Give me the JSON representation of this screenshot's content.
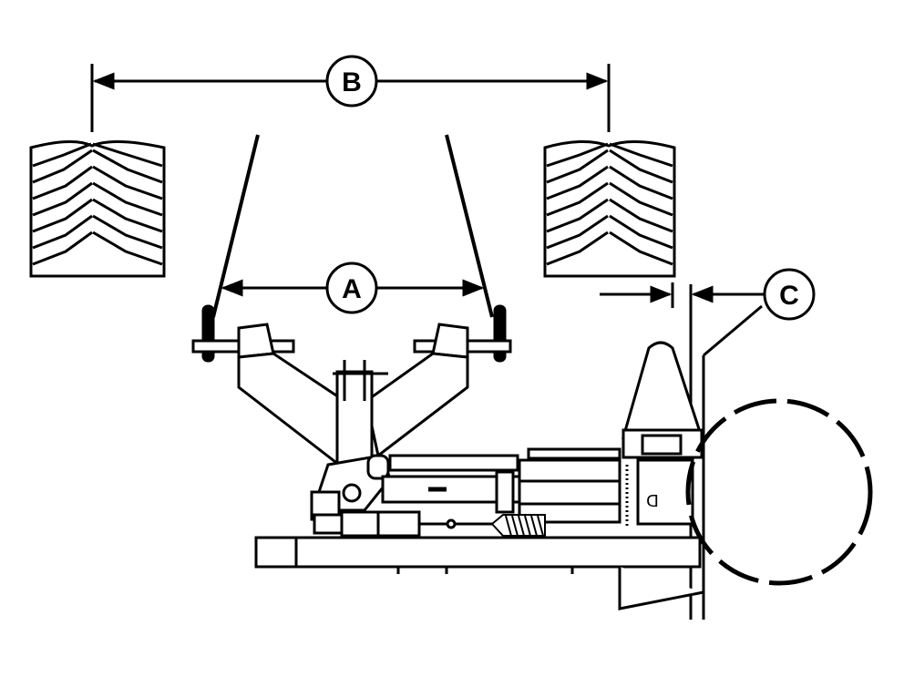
{
  "diagram": {
    "callouts": {
      "a": "A",
      "b": "B",
      "c": "C"
    },
    "small_glyph": "ᗡ",
    "colors": {
      "ink": "#000000",
      "paper": "#ffffff"
    }
  }
}
